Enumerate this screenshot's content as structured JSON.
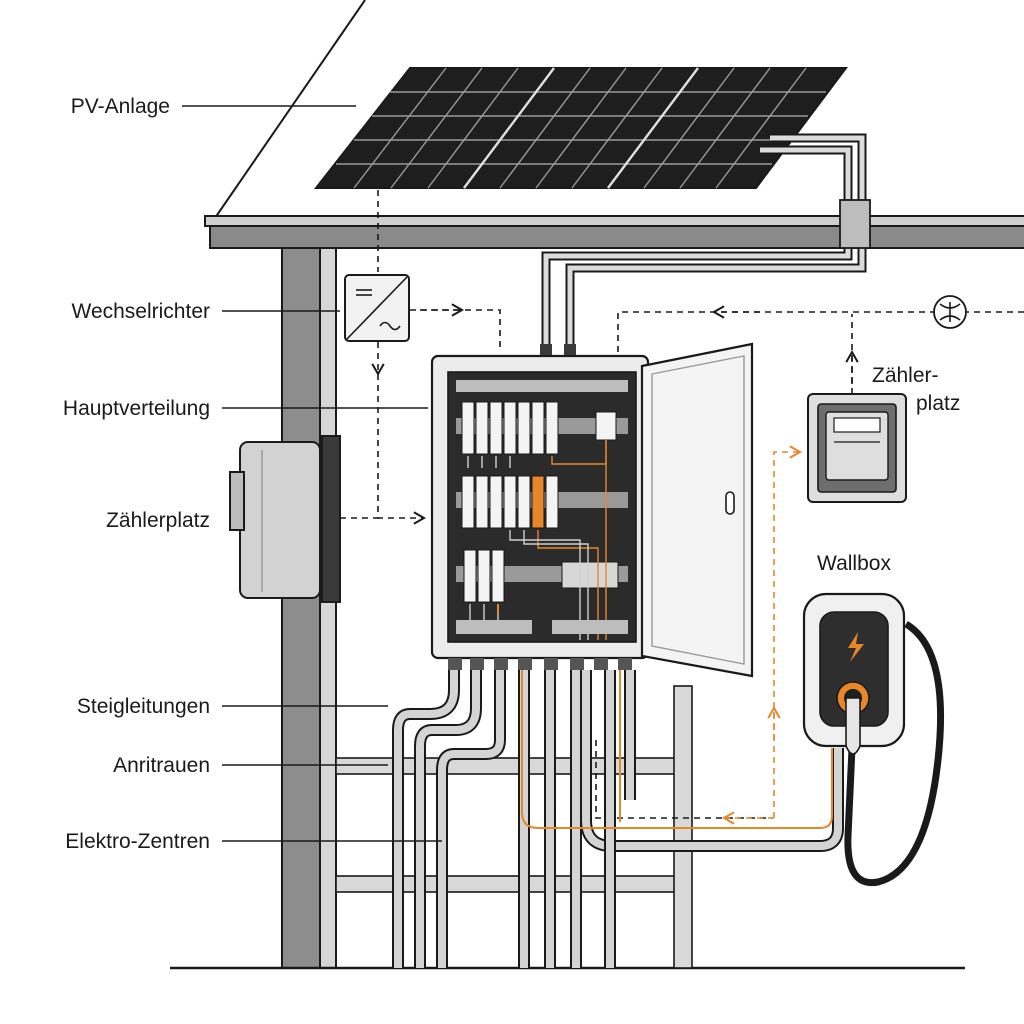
{
  "labels": {
    "pv": "PV-Anlage",
    "inverter": "Wechselrichter",
    "main_panel": "Hauptverteilung",
    "meter_left": "Zählerplatz",
    "risers": "Steigleitungen",
    "anritrauen": "Anritrauen",
    "elektro": "Elektro-Zentren",
    "meter_right_line1": "Zähler-",
    "meter_right_line2": "platz",
    "wallbox": "Wallbox"
  },
  "colors": {
    "ink": "#1a1a1a",
    "accent": "#e8862a",
    "grey_dark": "#7a7a7a",
    "grey_mid": "#b5b5b5",
    "grey_light": "#dedede",
    "panel_fill": "#1e1e1e"
  },
  "icons": {
    "inverter": "inverter-dc-ac-icon",
    "meter_symbol": "meter-symbol-icon",
    "lightning": "lightning-icon"
  }
}
